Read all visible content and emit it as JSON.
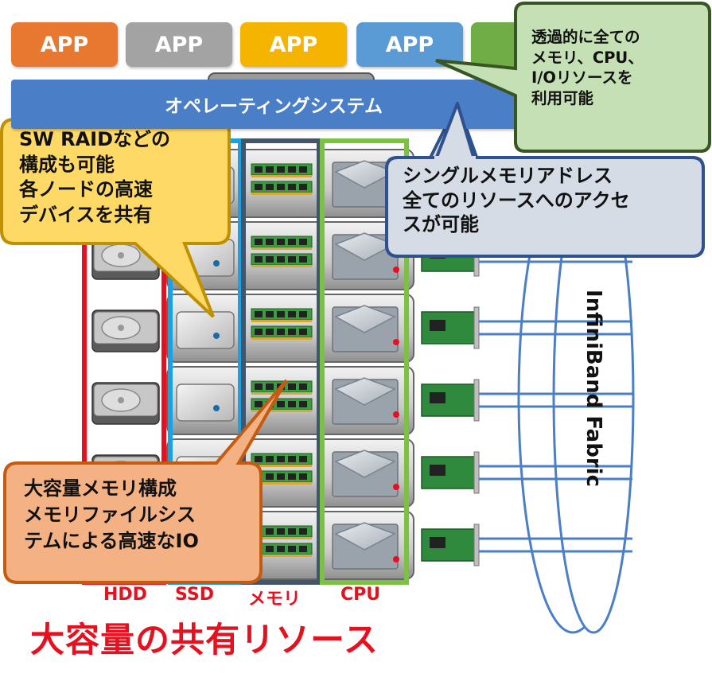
{
  "apps": [
    "APP",
    "APP",
    "APP",
    "APP"
  ],
  "os_label": "オペレーティングシステム",
  "callout_transparent": [
    "透過的に全ての",
    "メモリ、CPU、",
    "I/Oリソースを",
    "利用可能"
  ],
  "callout_single_address": [
    "シングルメモリアドレス",
    "全てのリソースへのアクセ",
    "スが可能"
  ],
  "callout_raid": [
    "SW RAIDなどの",
    "構成も可能",
    "各ノードの高速",
    "デバイスを共有"
  ],
  "callout_memory_fs": [
    "大容量メモリ構成",
    "メモリファイルシス",
    "テムによる高速なIO"
  ],
  "fabric_label": "InfiniBand Fabric",
  "column_labels": {
    "hdd": "HDD",
    "ssd": "SSD",
    "memory": "メモリ",
    "cpu": "CPU"
  },
  "title": "大容量の共有リソース",
  "colors": {
    "app": [
      "#e8782f",
      "#a3a3a3",
      "#f4b400",
      "#5b9bd5",
      "#70ad47"
    ],
    "os": "#4a7fc8",
    "hdd_frame": "#e8101e",
    "ssd_frame": "#1ba1e2",
    "memory_frame": "#44546a",
    "cpu_frame": "#7bc142",
    "callout_green": "#c5e0b4",
    "callout_blue": "#d6dce5",
    "callout_yellow": "#ffd966",
    "callout_orange": "#f4b183",
    "title_red": "#e8101e"
  }
}
